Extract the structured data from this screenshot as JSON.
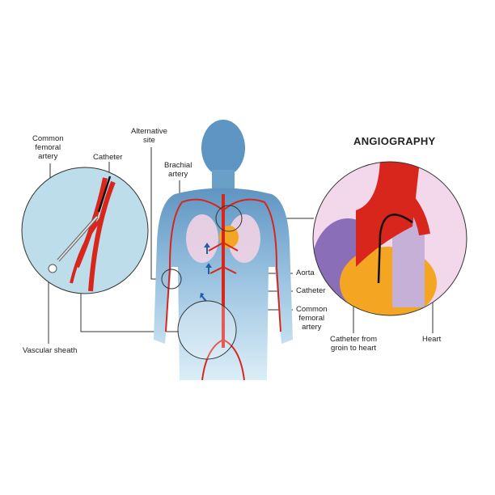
{
  "title": "ANGIOGRAPHY",
  "labels": {
    "common_femoral_artery_left": [
      "Common",
      "femoral",
      "artery"
    ],
    "catheter_left": "Catheter",
    "alternative_site": [
      "Alternative",
      "site"
    ],
    "brachial_artery": [
      "Brachial",
      "artery"
    ],
    "aorta": "Aorta",
    "catheter_right": "Catheter",
    "common_femoral_artery_right": [
      "Common",
      "femoral",
      "artery"
    ],
    "vascular_sheath": "Vascular sheath",
    "catheter_from_groin": [
      "Catheter from",
      "groin to heart"
    ],
    "heart": "Heart"
  },
  "colors": {
    "body": "#7fb0d3",
    "artery": "#d8261c",
    "circle_fill": "#b9dbe8",
    "heart": "#f4a623",
    "aorta_purple": "#8a6fb8"
  }
}
